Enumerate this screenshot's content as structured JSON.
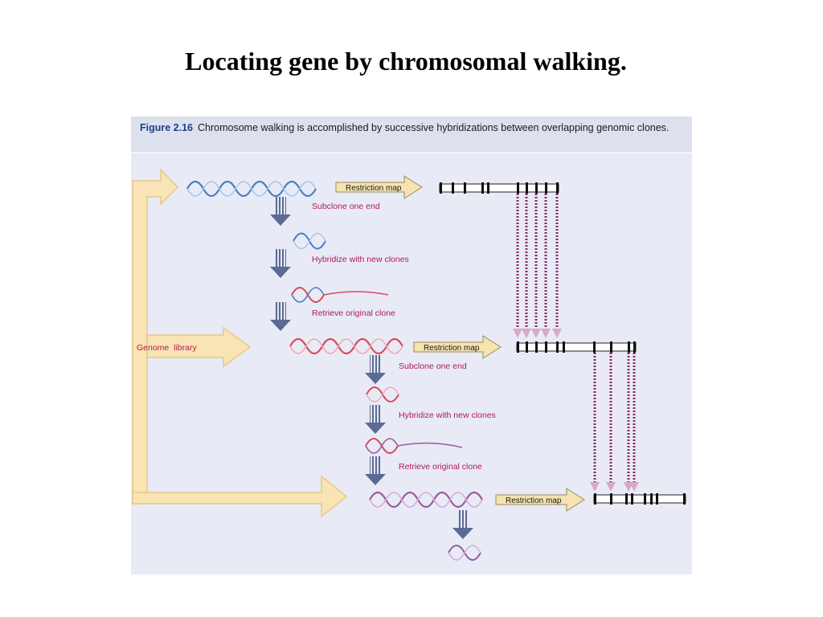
{
  "slide": {
    "title": "Locating gene by chromosomal walking."
  },
  "figure": {
    "label": "Figure 2.16",
    "caption": "Chromosome walking is accomplished by successive hybridizations between overlapping genomic clones."
  },
  "diagram": {
    "genome_library_label": "Genome  library",
    "restriction_map_label": "Restriction map",
    "subclone_label": "Subclone one end",
    "hybridize_label": "Hybridize with new clones",
    "retrieve_label": "Retrieve original clone"
  },
  "colors": {
    "panel": "#e8ebf6",
    "caption_band": "#dde1ee",
    "figure_label": "#1a3f8f",
    "magenta_text": "#b0185a",
    "arrow_fill": "#f8e4b4",
    "arrow_stroke": "#e8c88a",
    "dna_blue": "#4a7cc7",
    "dna_red": "#d84a5c",
    "dna_purple": "#9a5a9c",
    "dotted_line": "#8a2a6e",
    "dotted_arrowhead": "#d8a8c8"
  }
}
